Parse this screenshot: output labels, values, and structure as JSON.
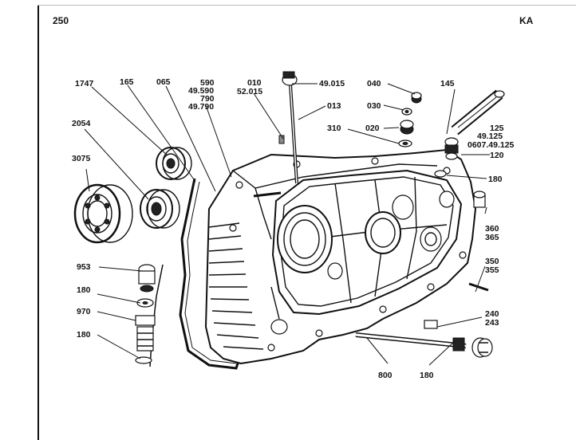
{
  "page": {
    "number": "250",
    "code": "KA"
  },
  "labels": {
    "l1747": "1747",
    "l165": "165",
    "l065": "065",
    "l590": "590",
    "l49590": "49.590",
    "l790": "790",
    "l49790": "49.790",
    "l010": "010",
    "l52015": "52.015",
    "l49015": "49.015",
    "l013": "013",
    "l040": "040",
    "l030": "030",
    "l020": "020",
    "l310": "310",
    "l145": "145",
    "l125a": "125",
    "l49125": "49.125",
    "l0607": "0607.49.125",
    "l120": "120",
    "l180a": "180",
    "l2054": "2054",
    "l3075": "3075",
    "l360": "360",
    "l365": "365",
    "l350": "350",
    "l355": "355",
    "l953": "953",
    "l180b": "180",
    "l970": "970",
    "l180c": "180",
    "l240": "240",
    "l243": "243",
    "l800": "800",
    "l180d": "180"
  }
}
